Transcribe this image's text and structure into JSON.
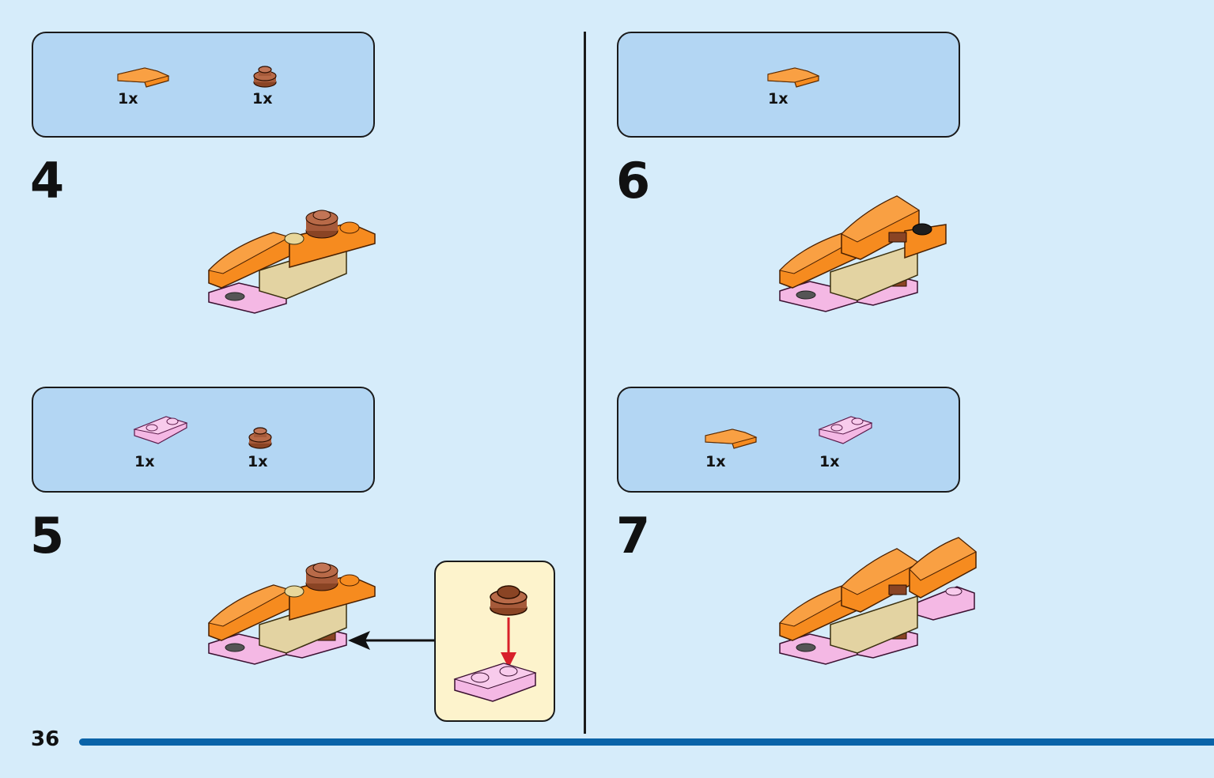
{
  "page": {
    "number": "36"
  },
  "steps": [
    {
      "number": "4",
      "parts": [
        {
          "icon": "orange-curved-slope-brick",
          "qty": "1x"
        },
        {
          "icon": "brown-round-plate",
          "qty": "1x"
        }
      ]
    },
    {
      "number": "5",
      "parts": [
        {
          "icon": "pink-inverted-slope-plate",
          "qty": "1x"
        },
        {
          "icon": "brown-round-plate",
          "qty": "1x"
        }
      ]
    },
    {
      "number": "6",
      "parts": [
        {
          "icon": "orange-curved-slope-brick",
          "qty": "1x"
        }
      ]
    },
    {
      "number": "7",
      "parts": [
        {
          "icon": "orange-curved-slope-brick",
          "qty": "1x"
        },
        {
          "icon": "pink-inverted-slope-plate",
          "qty": "1x"
        }
      ]
    }
  ],
  "colors": {
    "background": "#d6ecfa",
    "parts_box": "#b3d6f3",
    "callout": "#fdf3cc",
    "orange": "#f68b1f",
    "tan": "#e3d3a2",
    "brown": "#a65a3a",
    "pink": "#f4b8e4",
    "arrow_red": "#d8202a",
    "progress_bar": "#0a63a8"
  }
}
